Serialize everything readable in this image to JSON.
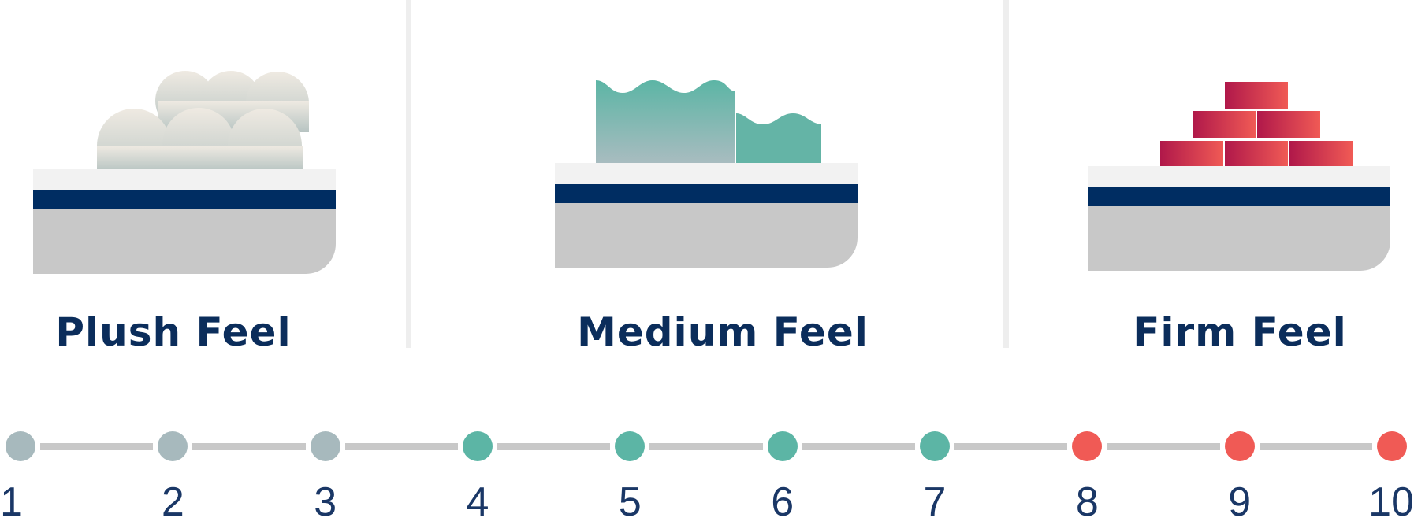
{
  "feels": [
    {
      "label": "Plush Feel",
      "icon": "clouds-icon"
    },
    {
      "label": "Medium Feel",
      "icon": "foam-waves-icon"
    },
    {
      "label": "Firm Feel",
      "icon": "bricks-icon"
    }
  ],
  "scale": {
    "points": [
      {
        "value": "1",
        "group": "plush"
      },
      {
        "value": "2",
        "group": "plush"
      },
      {
        "value": "3",
        "group": "plush"
      },
      {
        "value": "4",
        "group": "medium"
      },
      {
        "value": "5",
        "group": "medium"
      },
      {
        "value": "6",
        "group": "medium"
      },
      {
        "value": "7",
        "group": "medium"
      },
      {
        "value": "8",
        "group": "firm"
      },
      {
        "value": "9",
        "group": "firm"
      },
      {
        "value": "10",
        "group": "firm"
      }
    ],
    "colors": {
      "plush": "#a7b9bd",
      "medium": "#5cb5a5",
      "firm": "#f05a55",
      "track": "#c8c8c8"
    }
  },
  "colors": {
    "navy": "#002d62",
    "label": "#0b2d5b",
    "mattress_top": "#f2f2f2",
    "mattress_base": "#c8c8c8",
    "divider": "#eeeeee"
  }
}
